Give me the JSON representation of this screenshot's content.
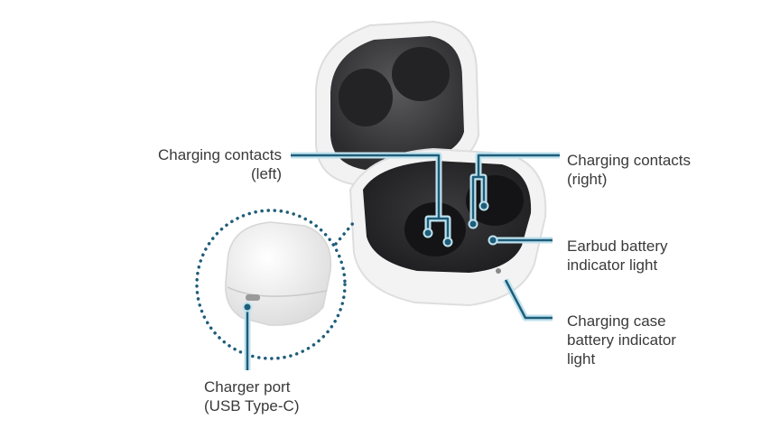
{
  "labels": {
    "contacts_left": {
      "line1": "Charging contacts",
      "line2": "(left)"
    },
    "contacts_right": {
      "line1": "Charging contacts",
      "line2": "(right)"
    },
    "earbud_battery": {
      "line1": "Earbud battery",
      "line2": "indicator light"
    },
    "case_battery": {
      "line1": "Charging case",
      "line2": "battery indicator",
      "line3": "light"
    },
    "charger_port": {
      "line1": "Charger port",
      "line2": "(USB Type-C)"
    }
  },
  "colors": {
    "callout": "#1f5d7a",
    "callout_glow": "#bfe2ee",
    "case_white": "#f3f3f3",
    "case_interior": "#3a3a3c",
    "text": "#3a3a3a"
  }
}
